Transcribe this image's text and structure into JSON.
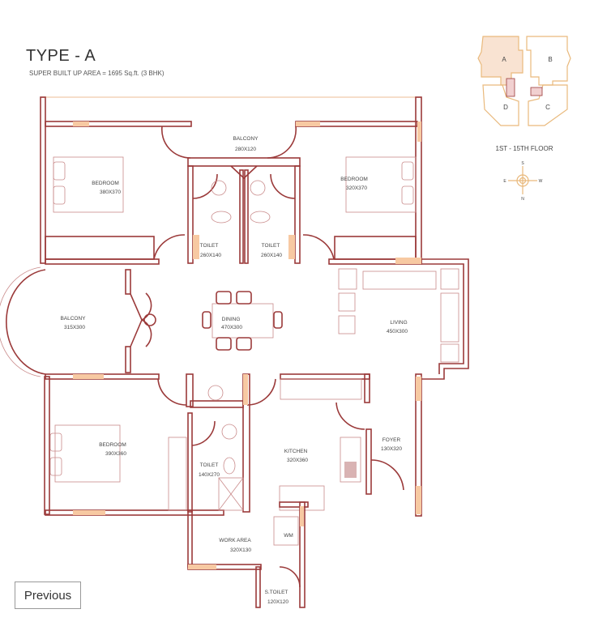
{
  "header": {
    "title": "TYPE - A",
    "subtitle": "SUPER BUILT UP AREA = 1695 Sq.ft. (3 BHK)"
  },
  "key_plan": {
    "units": [
      "A",
      "B",
      "C",
      "D"
    ],
    "highlighted": "A",
    "floor_label": "1ST - 15TH FLOOR",
    "compass": {
      "s": "S",
      "e": "E",
      "w": "W",
      "n": "N"
    }
  },
  "rooms": {
    "balcony_top": {
      "name": "BALCONY",
      "size": "280X120"
    },
    "bedroom_tl": {
      "name": "BEDROOM",
      "size": "380X370"
    },
    "bedroom_tr": {
      "name": "BEDROOM",
      "size": "320X370"
    },
    "toilet_1": {
      "name": "TOILET",
      "size": "260X140"
    },
    "toilet_2": {
      "name": "TOILET",
      "size": "260X140"
    },
    "balcony_left": {
      "name": "BALCONY",
      "size": "315X300"
    },
    "dining": {
      "name": "DINING",
      "size": "470X300"
    },
    "living": {
      "name": "LIVING",
      "size": "450X300"
    },
    "bedroom_bl": {
      "name": "BEDROOM",
      "size": "390X360"
    },
    "toilet_3": {
      "name": "TOILET",
      "size": "140X270"
    },
    "kitchen": {
      "name": "KITCHEN",
      "size": "320X360"
    },
    "foyer": {
      "name": "FOYER",
      "size": "130X320"
    },
    "wm": {
      "name": "WM"
    },
    "work_area": {
      "name": "WORK AREA",
      "size": "320X130"
    },
    "s_toilet": {
      "name": "S.TOILET",
      "size": "120X120"
    }
  },
  "nav": {
    "previous_label": "Previous"
  },
  "colors": {
    "wall": "#9b3a3a",
    "window": "#f7c9a2",
    "keyplan": "#e9b97c"
  }
}
